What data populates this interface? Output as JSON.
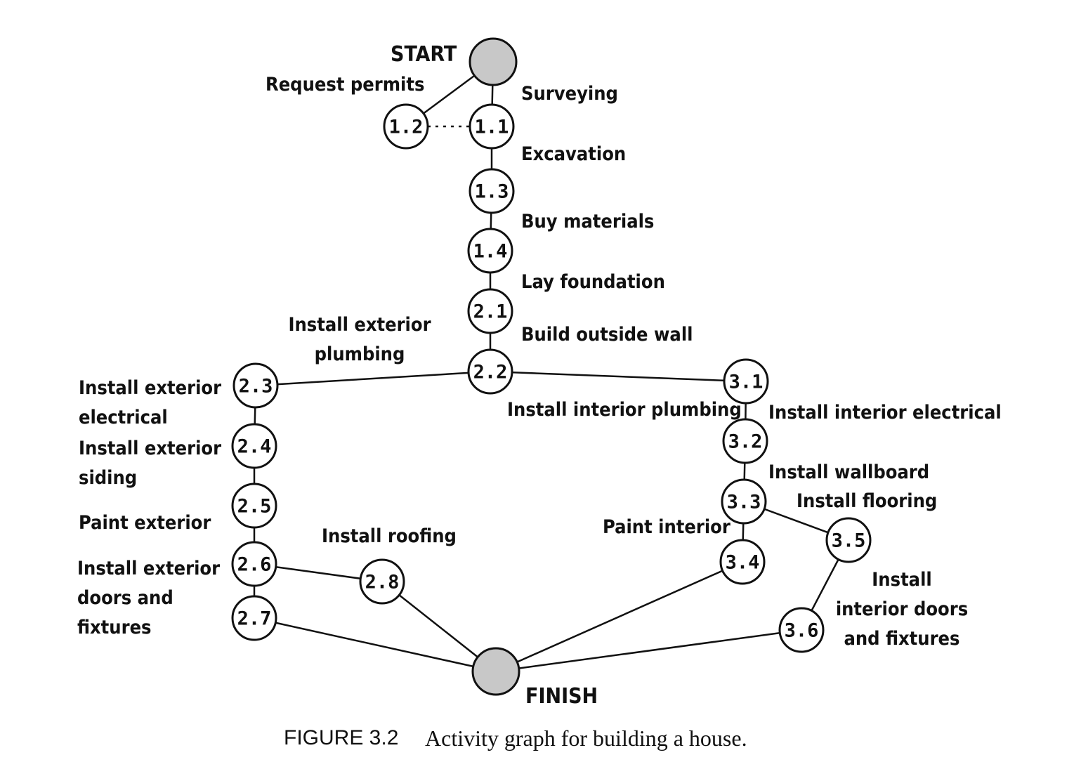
{
  "start_label": "START",
  "finish_label": "FINISH",
  "nodes": [
    "1.1",
    "1.2",
    "1.3",
    "1.4",
    "2.1",
    "2.2",
    "2.3",
    "2.4",
    "2.5",
    "2.6",
    "2.7",
    "2.8",
    "3.1",
    "3.2",
    "3.3",
    "3.4",
    "3.5",
    "3.6"
  ],
  "activities": {
    "request_permits": [
      "Request permits"
    ],
    "surveying": [
      "Surveying"
    ],
    "excavation": [
      "Excavation"
    ],
    "buy_materials": [
      "Buy materials"
    ],
    "lay_foundation": [
      "Lay foundation"
    ],
    "build_outside_wall": [
      "Build outside wall"
    ],
    "install_exterior_plumbing": [
      "Install exterior",
      "plumbing"
    ],
    "install_exterior_electrical": [
      "Install exterior",
      "electrical"
    ],
    "install_exterior_siding": [
      "Install exterior",
      "siding"
    ],
    "paint_exterior": [
      "Paint exterior"
    ],
    "install_exterior_doors": [
      "Install exterior",
      "doors and",
      "fixtures"
    ],
    "install_roofing": [
      "Install roofing"
    ],
    "install_interior_plumbing": [
      "Install interior plumbing"
    ],
    "install_interior_electrical": [
      "Install interior electrical"
    ],
    "install_wallboard": [
      "Install wallboard"
    ],
    "install_flooring": [
      "Install flooring"
    ],
    "paint_interior": [
      "Paint interior"
    ],
    "install_interior_doors": [
      "Install",
      "interior doors",
      "and fixtures"
    ]
  },
  "caption": {
    "number": "FIGURE 3.2",
    "text": "Activity graph for building a house."
  }
}
